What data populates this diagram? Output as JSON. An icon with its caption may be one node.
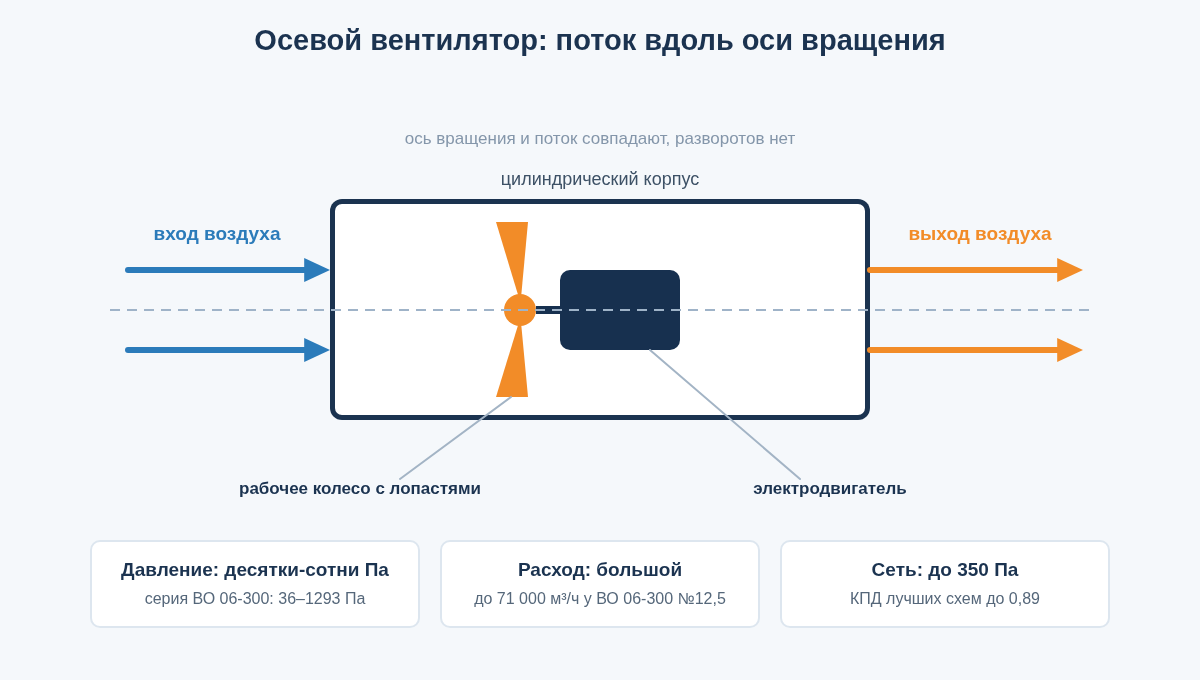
{
  "diagram": {
    "title": "Осевой вентилятор: поток вдоль оси вращения",
    "nodes": [
      {
        "text": [
          "цилиндрический корпус"
        ]
      },
      {
        "text": [],
        "shape": "picture",
        "in": 0
      },
      {
        "text": [],
        "shape": "box",
        "in": 0
      },
      {
        "text": [
          "рабочее колесо с лопастями"
        ]
      },
      {
        "text": [
          "электродвигатель"
        ]
      },
      {
        "text": [
          "Давление: десятки-сотни Па",
          "серия ВО 06-300: 36–1293 Па"
        ]
      },
      {
        "text": [
          "Расход: большой",
          "до 71 000 м³/ч у ВО 06-300 №12,5"
        ]
      },
      {
        "text": [
          "Сеть: до 350 Па",
          "КПД лучших схем до 0,89"
        ]
      }
    ],
    "edges": [
      {
        "from": null,
        "to": 0,
        "arrow": "to",
        "color": "#2b7bba"
      },
      {
        "from": null,
        "to": 0,
        "arrow": "to",
        "color": "#2b7bba"
      },
      {
        "from": 0,
        "to": null,
        "arrow": "to",
        "color": "#f28c28"
      },
      {
        "from": 0,
        "to": null,
        "arrow": "to",
        "color": "#f28c28"
      },
      {
        "from": 3,
        "to": 1,
        "arrow": "none",
        "color": "#a3b4c5"
      },
      {
        "from": 4,
        "to": 2,
        "arrow": "none",
        "color": "#a3b4c5"
      }
    ],
    "labels": [
      "ось вращения и поток совпадают, разворотов нет",
      "вход воздуха",
      "выход воздуха"
    ]
  }
}
